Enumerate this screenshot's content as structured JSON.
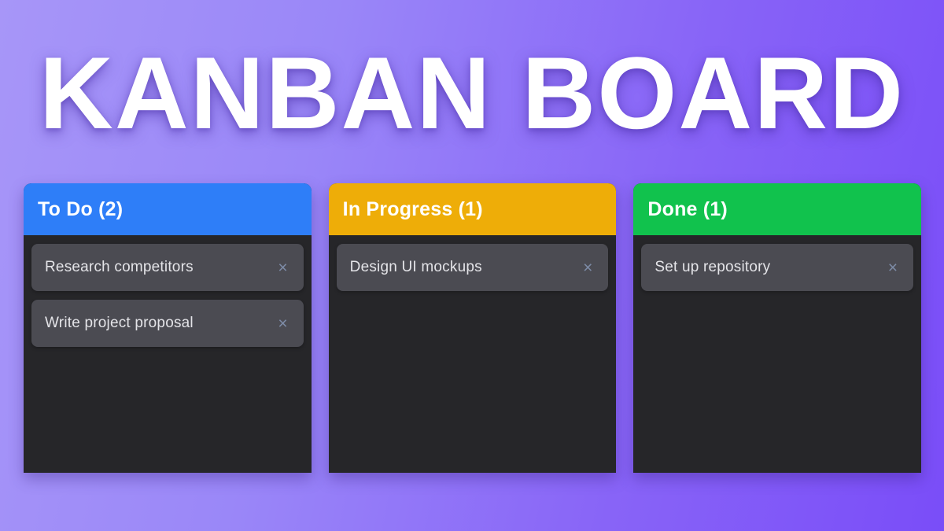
{
  "page": {
    "title": "KANBAN BOARD"
  },
  "ui": {
    "close_icon": "×"
  },
  "colors": {
    "background_gradient_start": "#a796f8",
    "background_gradient_end": "#7a4df8",
    "column_body": "#262629",
    "card_background": "#4b4b52",
    "title_text": "#ffffff",
    "close_icon": "#7d8ba6"
  },
  "board": {
    "columns": [
      {
        "id": "todo",
        "name": "To Do",
        "count": 2,
        "header": "To Do (2)",
        "accent": "#2e7ef8",
        "cards": [
          {
            "text": "Research competitors"
          },
          {
            "text": "Write project proposal"
          }
        ]
      },
      {
        "id": "in-progress",
        "name": "In Progress",
        "count": 1,
        "header": "In Progress (1)",
        "accent": "#eead08",
        "cards": [
          {
            "text": "Design UI mockups"
          }
        ]
      },
      {
        "id": "done",
        "name": "Done",
        "count": 1,
        "header": "Done (1)",
        "accent": "#11c24d",
        "cards": [
          {
            "text": "Set up repository"
          }
        ]
      }
    ]
  }
}
